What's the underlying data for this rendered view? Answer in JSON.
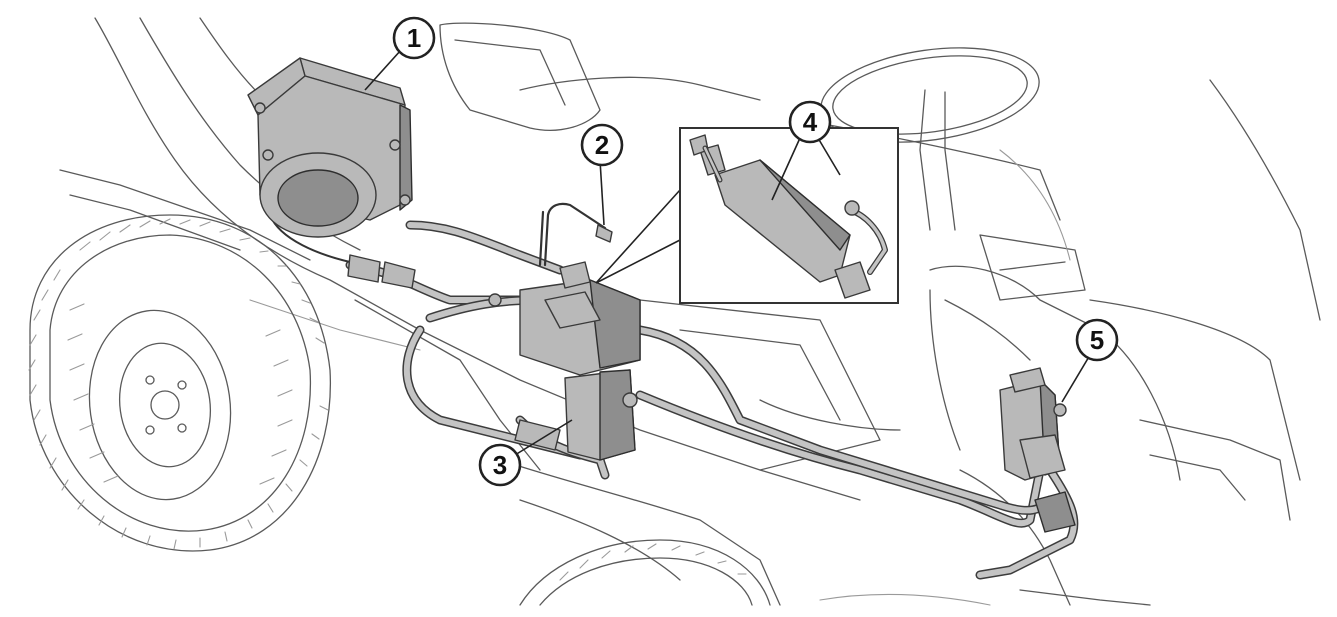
{
  "callouts": [
    {
      "id": "1",
      "label": "1"
    },
    {
      "id": "2",
      "label": "2"
    },
    {
      "id": "3",
      "label": "3"
    },
    {
      "id": "4",
      "label": "4"
    },
    {
      "id": "5",
      "label": "5"
    }
  ],
  "colors": {
    "line": "#5a5a5a",
    "component_fill": "#b9b9b9",
    "background": "#ffffff"
  }
}
